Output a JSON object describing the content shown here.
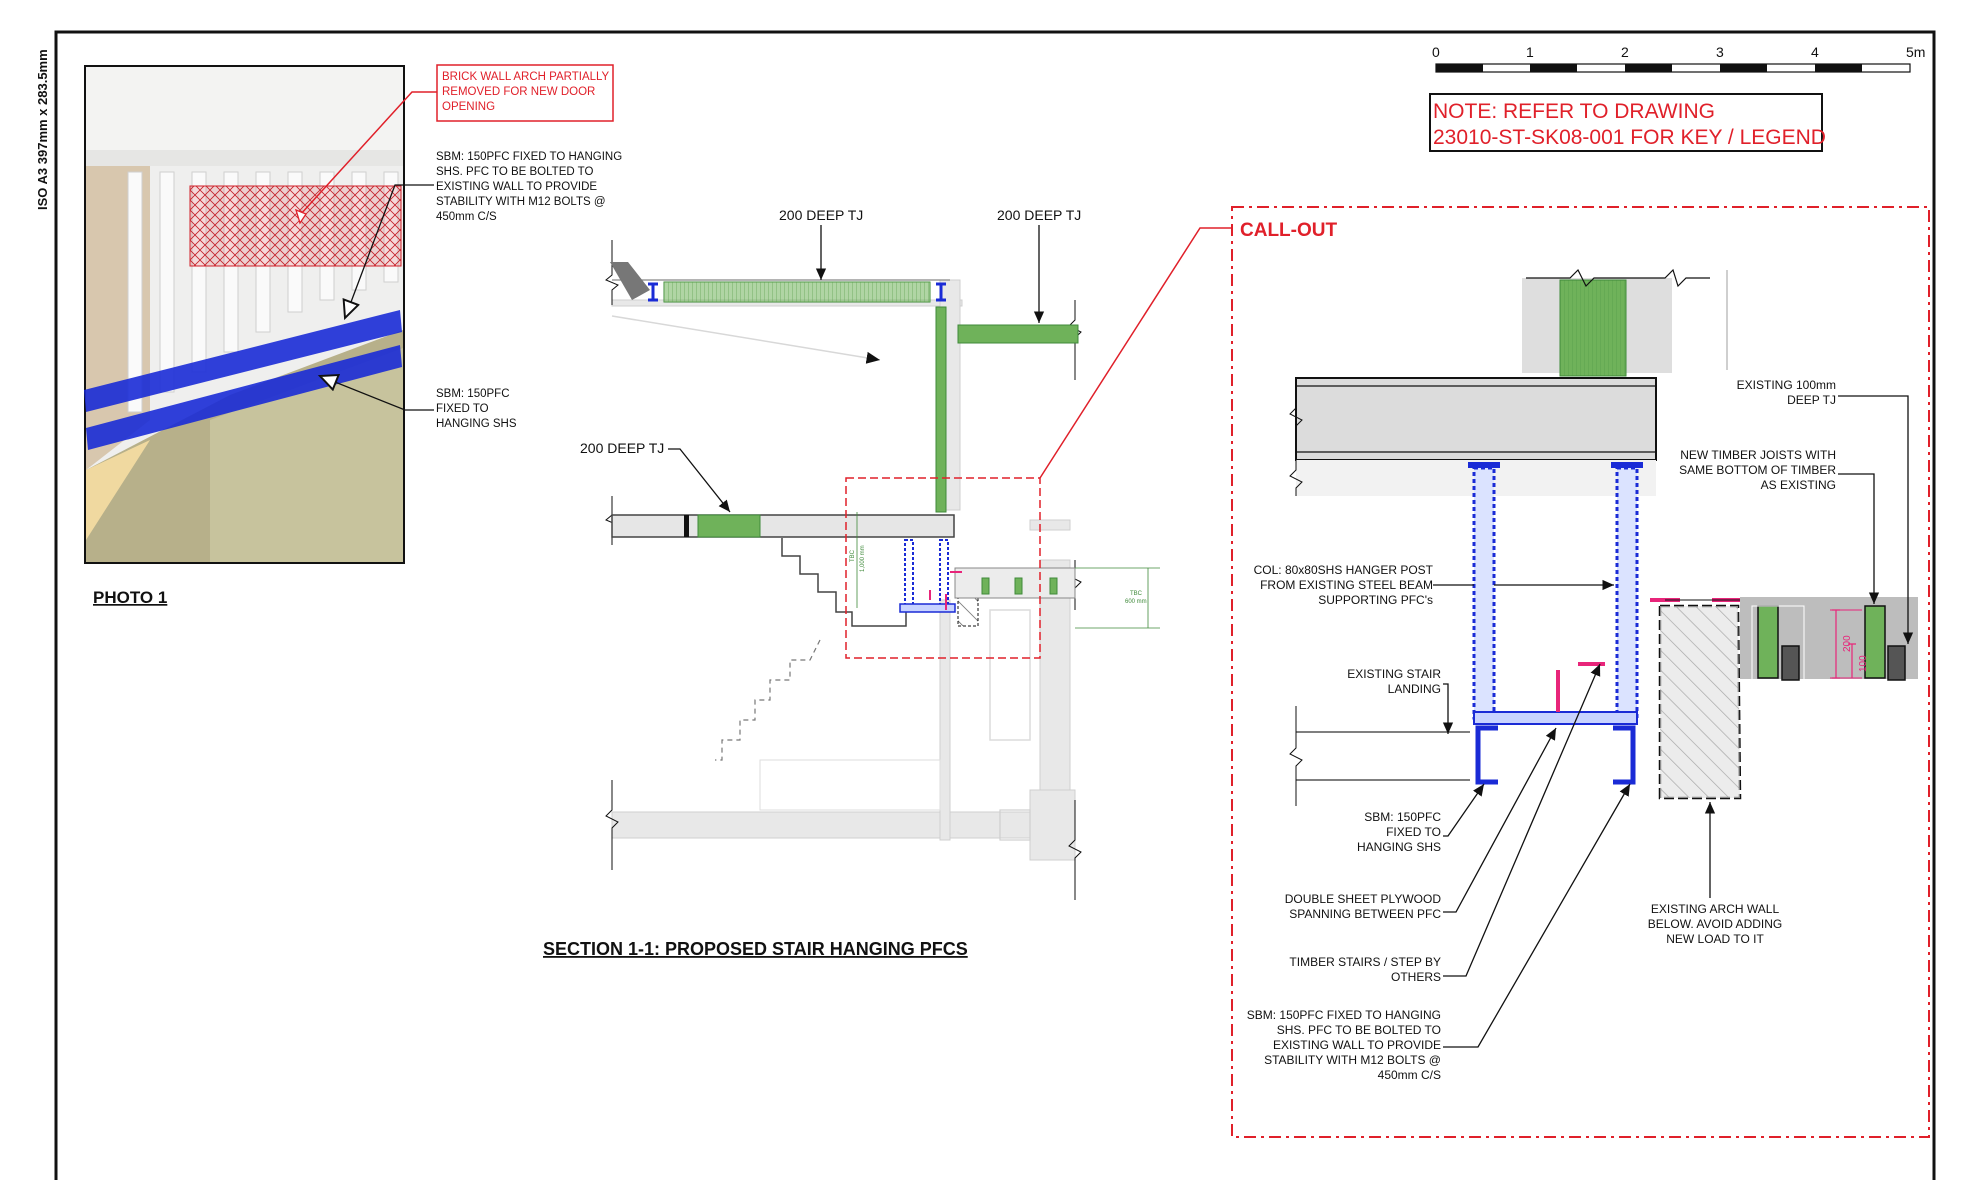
{
  "sheet": {
    "size_label": "ISO A3 397mm x 283.5mm"
  },
  "scale_bar": {
    "ticks": [
      "0",
      "1",
      "2",
      "3",
      "4"
    ],
    "end_label": "5m"
  },
  "note": {
    "line1": "NOTE: REFER TO DRAWING",
    "line2": "23010-ST-SK08-001 FOR KEY / LEGEND"
  },
  "photo": {
    "title": "PHOTO 1",
    "callout_red": [
      "BRICK WALL ARCH PARTIALLY",
      "REMOVED FOR NEW DOOR",
      "OPENING"
    ],
    "callout_sbm_bolted": [
      "SBM: 150PFC FIXED TO HANGING",
      "SHS. PFC TO BE BOLTED TO",
      "EXISTING WALL TO PROVIDE",
      "STABILITY WITH M12 BOLTS @",
      "450mm C/S"
    ],
    "callout_sbm_fixed": [
      "SBM: 150PFC",
      "FIXED TO",
      "HANGING SHS"
    ]
  },
  "section": {
    "title": "SECTION 1-1: PROPOSED STAIR HANGING PFCS",
    "label_tj_top_left": "200 DEEP TJ",
    "label_tj_top_right": "200 DEEP TJ",
    "label_tj_mid": "200 DEEP TJ",
    "dim_small_1": "TBC",
    "dim_small_2": "1,000 mm",
    "dim_small_3": "TBC",
    "dim_small_4": "600 mm"
  },
  "callout": {
    "title": "CALL-OUT",
    "existing_tj": [
      "EXISTING 100mm",
      "DEEP TJ"
    ],
    "new_joists": [
      "NEW TIMBER JOISTS WITH",
      "SAME BOTTOM OF TIMBER",
      "AS EXISTING"
    ],
    "col": [
      "COL: 80x80SHS HANGER POST",
      "FROM EXISTING STEEL BEAM",
      "SUPPORTING PFC's"
    ],
    "landing": [
      "EXISTING STAIR",
      "LANDING"
    ],
    "sbm_fixed": [
      "SBM: 150PFC",
      "FIXED TO",
      "HANGING SHS"
    ],
    "plywood": [
      "DOUBLE SHEET PLYWOOD",
      "SPANNING BETWEEN PFC"
    ],
    "stairs": [
      "TIMBER STAIRS / STEP BY",
      "OTHERS"
    ],
    "sbm_bolted": [
      "SBM: 150PFC FIXED TO HANGING",
      "SHS. PFC TO BE BOLTED TO",
      "EXISTING WALL TO PROVIDE",
      "STABILITY WITH M12 BOLTS @",
      "450mm C/S"
    ],
    "arch_wall": [
      "EXISTING ARCH WALL",
      "BELOW. AVOID ADDING",
      "NEW LOAD TO IT"
    ],
    "dim_200": "200",
    "dim_100": "100"
  },
  "colors": {
    "red": "#e0202a",
    "blue": "#1a2bd6",
    "green": "#6fb25a",
    "magenta": "#e8257a",
    "grey": "#cfcfcf"
  }
}
